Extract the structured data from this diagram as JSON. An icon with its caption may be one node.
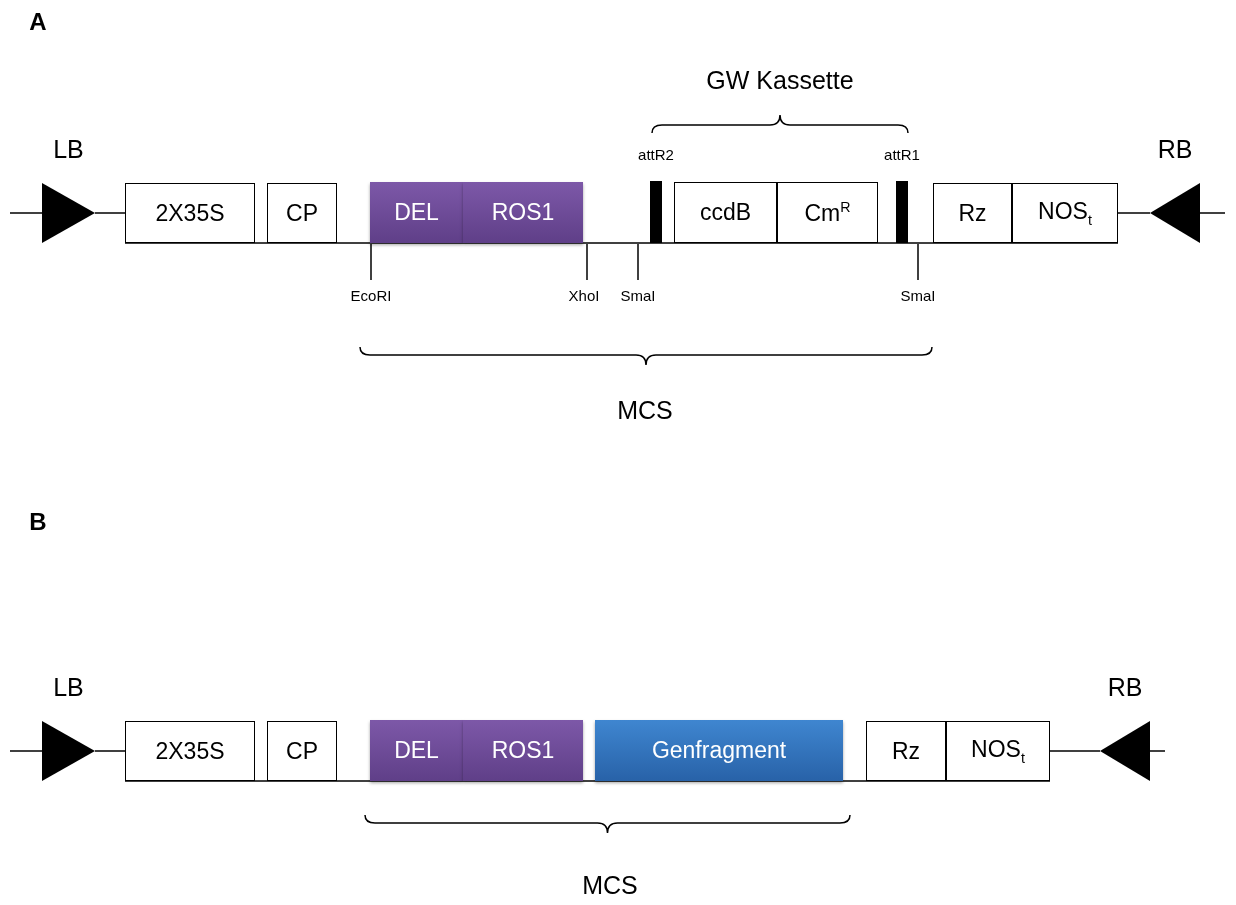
{
  "diagram": {
    "nodes": [
      {
        "text": [],
        "shape": "triangle",
        "beside": [
          "LB"
        ]
      },
      {
        "text": [
          "2X35S"
        ]
      },
      {
        "text": [
          "CP"
        ]
      },
      {
        "text": [
          "DEL"
        ]
      },
      {
        "text": [
          "ROS1"
        ]
      },
      {
        "text": [],
        "shape": "bar",
        "beside": [
          "attR2"
        ]
      },
      {
        "text": [
          "ccdB"
        ]
      },
      {
        "text": [
          "Cm$^{R}$"
        ]
      },
      {
        "text": [],
        "shape": "bar",
        "beside": [
          "attR1"
        ]
      },
      {
        "text": [
          "Rz"
        ]
      },
      {
        "text": [
          "NOS$_{t}$"
        ]
      },
      {
        "text": [],
        "shape": "triangle",
        "beside": [
          "RB"
        ]
      },
      {
        "text": [],
        "shape": "triangle",
        "beside": [
          "LB"
        ]
      },
      {
        "text": [
          "2X35S"
        ]
      },
      {
        "text": [
          "CP"
        ]
      },
      {
        "text": [
          "DEL"
        ]
      },
      {
        "text": [
          "ROS1"
        ]
      },
      {
        "text": [
          "Genfragment"
        ]
      },
      {
        "text": [
          "Rz"
        ]
      },
      {
        "text": [
          "NOS$_{t}$"
        ]
      },
      {
        "text": [],
        "shape": "triangle",
        "beside": [
          "RB"
        ]
      },
      {
        "text": [
          "EcoRI"
        ]
      },
      {
        "text": [
          "XhoI"
        ]
      },
      {
        "text": [
          "SmaI"
        ]
      },
      {
        "text": [
          "SmaI"
        ]
      }
    ],
    "edges": [
      {
        "from": null,
        "to": 0,
        "arrow": "none"
      },
      {
        "from": 0,
        "to": 1,
        "arrow": "none"
      },
      {
        "from": 1,
        "to": 10,
        "arrow": "none"
      },
      {
        "from": 10,
        "to": 11,
        "arrow": "none"
      },
      {
        "from": 11,
        "to": null,
        "arrow": "none"
      },
      {
        "from": null,
        "to": 12,
        "arrow": "none"
      },
      {
        "from": 12,
        "to": 13,
        "arrow": "none"
      },
      {
        "from": 13,
        "to": 19,
        "arrow": "none"
      },
      {
        "from": 19,
        "to": 20,
        "arrow": "none"
      },
      {
        "from": 20,
        "to": null,
        "arrow": "none"
      },
      {
        "from": 21,
        "to": 3,
        "arrow": "none"
      },
      {
        "from": 22,
        "to": 4,
        "arrow": "none"
      },
      {
        "from": 23,
        "to": 5,
        "arrow": "none"
      },
      {
        "from": 24,
        "to": 8,
        "arrow": "none"
      }
    ],
    "labels": [
      "A",
      "GW Kassette",
      "MCS",
      "B",
      "MCS"
    ]
  }
}
